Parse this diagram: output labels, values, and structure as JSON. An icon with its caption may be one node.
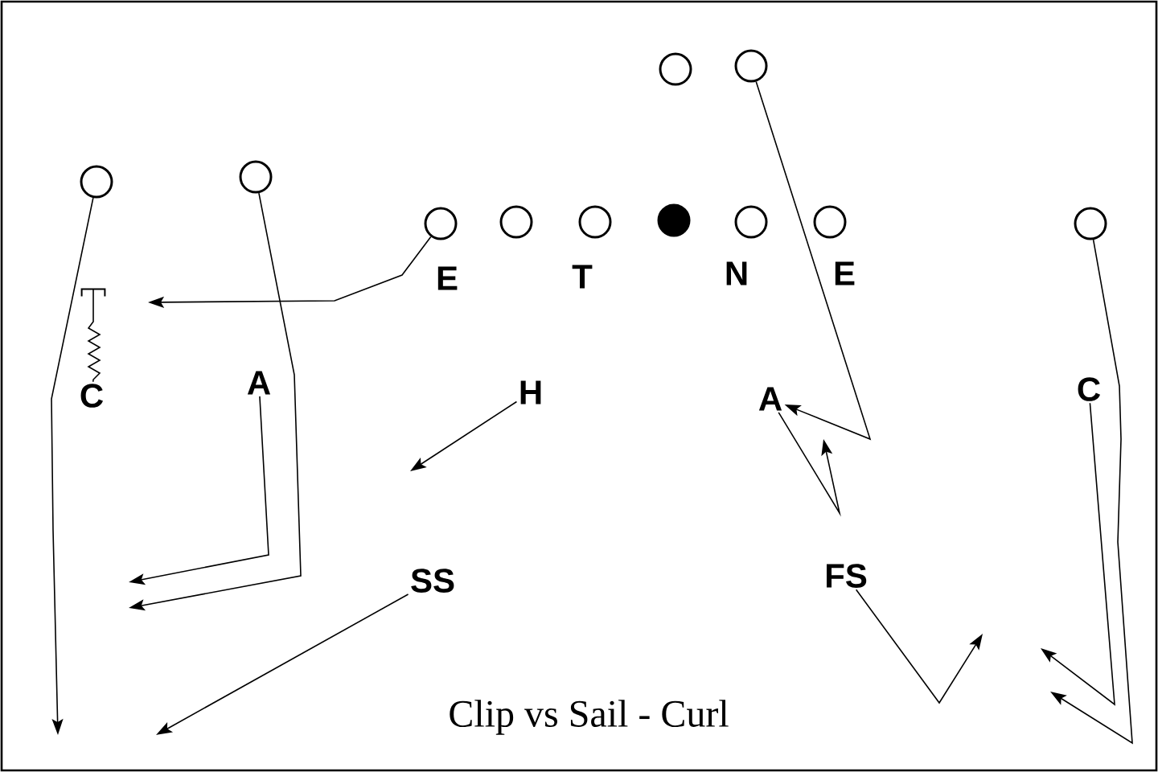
{
  "diagram": {
    "caption": "Clip vs Sail - Curl",
    "nodes": [
      {
        "text": [],
        "shape": "circle"
      },
      {
        "text": [],
        "shape": "circle"
      },
      {
        "text": [],
        "shape": "circle"
      },
      {
        "text": [],
        "shape": "circle"
      },
      {
        "text": [],
        "shape": "circle"
      },
      {
        "text": [],
        "shape": "circle"
      },
      {
        "text": [],
        "shape": "circle"
      },
      {
        "text": [],
        "shape": "dot"
      },
      {
        "text": [],
        "shape": "circle"
      },
      {
        "text": [],
        "shape": "circle"
      },
      {
        "text": [],
        "shape": "circle"
      },
      {
        "text": [],
        "shape": "bar"
      },
      {
        "text": [
          "C"
        ]
      },
      {
        "text": [
          "A"
        ]
      },
      {
        "text": [
          "H"
        ]
      },
      {
        "text": [
          "A"
        ]
      },
      {
        "text": [
          "C"
        ]
      },
      {
        "text": [
          "SS"
        ]
      },
      {
        "text": [
          "FS"
        ]
      }
    ],
    "edges": [
      {
        "from": 1,
        "to": 15,
        "arrow": "to"
      },
      {
        "from": 2,
        "to": null,
        "arrow": "to"
      },
      {
        "from": 3,
        "to": null,
        "arrow": "to"
      },
      {
        "from": 4,
        "to": null,
        "arrow": "to"
      },
      {
        "from": 10,
        "to": null,
        "arrow": "to"
      },
      {
        "from": 12,
        "to": 11,
        "arrow": "none"
      },
      {
        "from": 13,
        "to": null,
        "arrow": "to"
      },
      {
        "from": 14,
        "to": null,
        "arrow": "to"
      },
      {
        "from": 15,
        "to": null,
        "arrow": "to"
      },
      {
        "from": 16,
        "to": null,
        "arrow": "to"
      },
      {
        "from": 17,
        "to": null,
        "arrow": "to"
      },
      {
        "from": 18,
        "to": null,
        "arrow": "to"
      }
    ],
    "labels": [
      "E",
      "T",
      "N",
      "E"
    ]
  }
}
